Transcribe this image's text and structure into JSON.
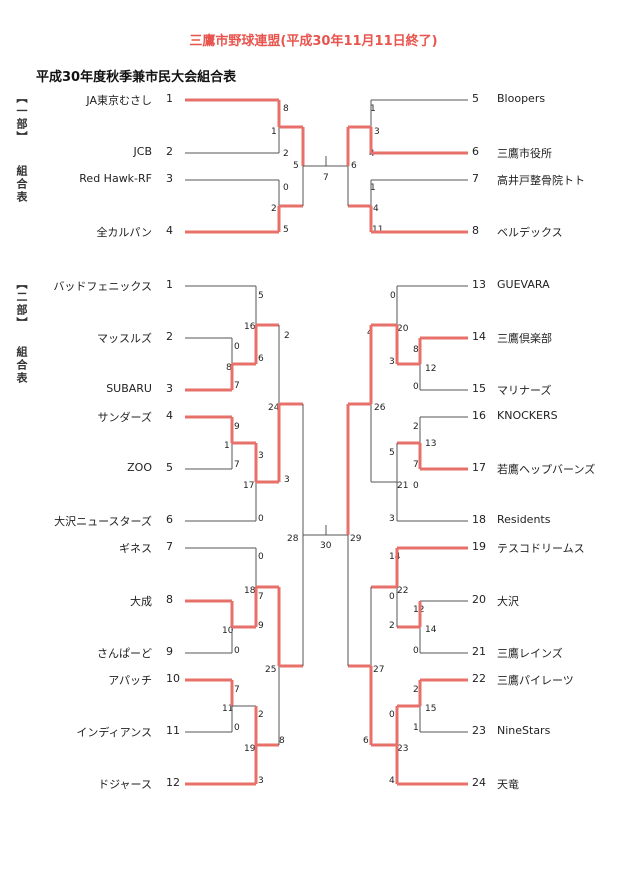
{
  "header": {
    "title": "三鷹市野球連盟(平成30年11月11日終了)",
    "title_color": "#e8554e",
    "subtitle": "平成30年度秋季兼市民大会組合表"
  },
  "section_labels": {
    "one": "【一部】",
    "one_sub": "組合表",
    "two": "【二部】",
    "two_sub": "組合表"
  },
  "colors": {
    "winner": "#e8706a",
    "loser": "#555555"
  },
  "div1_left": [
    {
      "seed": "1",
      "name": "JA東京むさし"
    },
    {
      "seed": "2",
      "name": "JCB"
    },
    {
      "seed": "3",
      "name": "Red Hawk-RF"
    },
    {
      "seed": "4",
      "name": "全カルパン"
    }
  ],
  "div1_right": [
    {
      "seed": "5",
      "name": "Bloopers"
    },
    {
      "seed": "6",
      "name": "三鷹市役所"
    },
    {
      "seed": "7",
      "name": "高井戸整骨院トト"
    },
    {
      "seed": "8",
      "name": "ベルデックス"
    }
  ],
  "div2_left": [
    {
      "seed": "1",
      "name": "バッドフェニックス"
    },
    {
      "seed": "2",
      "name": "マッスルズ"
    },
    {
      "seed": "3",
      "name": "SUBARU"
    },
    {
      "seed": "4",
      "name": "サンダーズ"
    },
    {
      "seed": "5",
      "name": "ZOO"
    },
    {
      "seed": "6",
      "name": "大沢ニュースターズ"
    },
    {
      "seed": "7",
      "name": "ギネス"
    },
    {
      "seed": "8",
      "name": "大成"
    },
    {
      "seed": "9",
      "name": "さんぱーど"
    },
    {
      "seed": "10",
      "name": "アパッチ"
    },
    {
      "seed": "11",
      "name": "インディアンス"
    },
    {
      "seed": "12",
      "name": "ドジャース"
    }
  ],
  "div2_right": [
    {
      "seed": "13",
      "name": "GUEVARA"
    },
    {
      "seed": "14",
      "name": "三鷹倶楽部"
    },
    {
      "seed": "15",
      "name": "マリナーズ"
    },
    {
      "seed": "16",
      "name": "KNOCKERS"
    },
    {
      "seed": "17",
      "name": "若鷹ヘップバーンズ"
    },
    {
      "seed": "18",
      "name": "Residents"
    },
    {
      "seed": "19",
      "name": "テスコドリームス"
    },
    {
      "seed": "20",
      "name": "大沢"
    },
    {
      "seed": "21",
      "name": "三鷹レインズ"
    },
    {
      "seed": "22",
      "name": "三鷹パイレーツ"
    },
    {
      "seed": "23",
      "name": "NineStars"
    },
    {
      "seed": "24",
      "name": "天竜"
    }
  ],
  "scores": [
    "8",
    "1",
    "2",
    "5",
    "0",
    "2",
    "5",
    "7",
    "6",
    "1",
    "3",
    "4",
    "1",
    "4",
    "11",
    "16",
    "5",
    "0",
    "8",
    "6",
    "7",
    "2",
    "3",
    "9",
    "1",
    "7",
    "17",
    "3",
    "24",
    "0",
    "18",
    "0",
    "7",
    "10",
    "9",
    "0",
    "7",
    "11",
    "0",
    "2",
    "19",
    "8",
    "3",
    "25",
    "28",
    "30",
    "29",
    "0",
    "20",
    "8",
    "4",
    "12",
    "3",
    "0",
    "26",
    "2",
    "13",
    "7",
    "5",
    "21",
    "3",
    "0",
    "14",
    "22",
    "0",
    "12",
    "2",
    "14",
    "0",
    "27",
    "2",
    "15",
    "1",
    "0",
    "23",
    "6",
    "4"
  ]
}
